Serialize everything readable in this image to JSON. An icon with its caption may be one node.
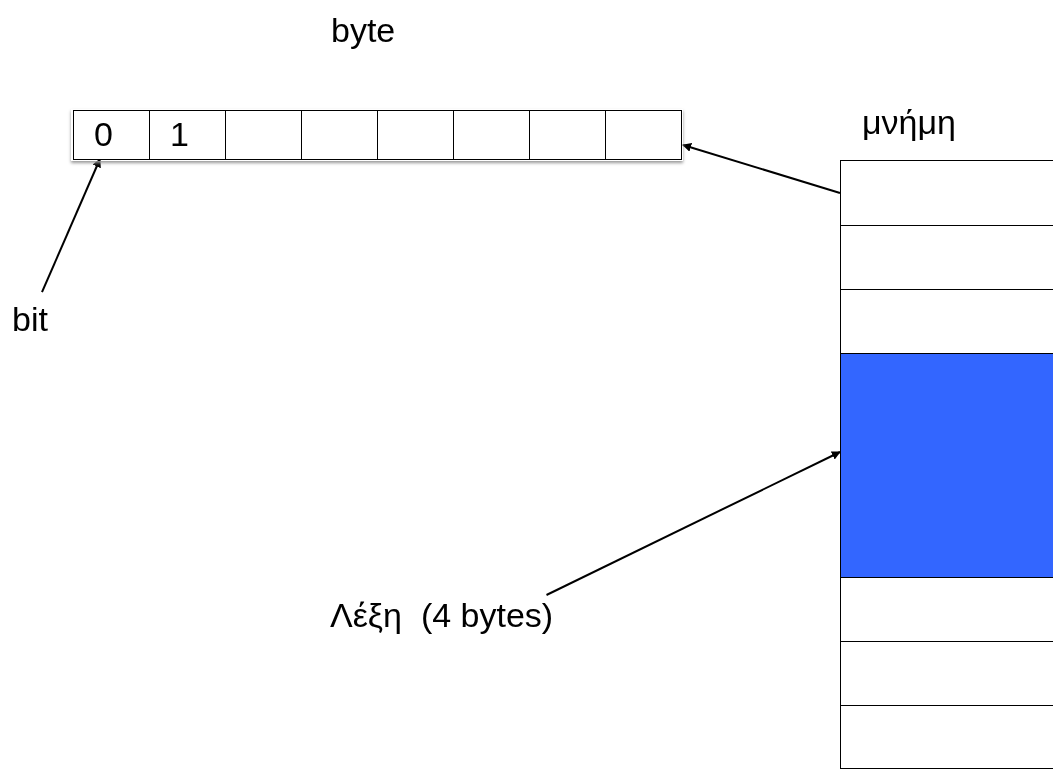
{
  "diagram": {
    "nodes": [
      {
        "text": [
          "byte"
        ]
      },
      {
        "text": [
          "0"
        ],
        "in": 0
      },
      {
        "text": [
          "1"
        ],
        "in": 0
      },
      {
        "text": [],
        "shape": "box",
        "in": 0
      },
      {
        "text": [],
        "shape": "box",
        "in": 0
      },
      {
        "text": [],
        "shape": "box",
        "in": 0
      },
      {
        "text": [],
        "shape": "box",
        "in": 0
      },
      {
        "text": [],
        "shape": "box",
        "in": 0
      },
      {
        "text": [],
        "shape": "box",
        "in": 0
      },
      {
        "text": [
          "bit"
        ]
      },
      {
        "text": [
          "μνήμη"
        ]
      },
      {
        "text": [],
        "shape": "box",
        "in": 10
      },
      {
        "text": [],
        "shape": "box",
        "in": 10
      },
      {
        "text": [],
        "shape": "box",
        "in": 10
      },
      {
        "text": [],
        "shape": "box",
        "in": 10
      },
      {
        "text": [],
        "shape": "box",
        "in": 10
      },
      {
        "text": [],
        "shape": "box",
        "in": 10
      },
      {
        "text": [],
        "shape": "box",
        "in": 10
      },
      {
        "text": [
          "Λέξη  (4 bytes)"
        ]
      }
    ],
    "edges": [
      {
        "from": 9,
        "to": 1,
        "arrow": "to"
      },
      {
        "from": 11,
        "to": 0,
        "arrow": "to"
      },
      {
        "from": 18,
        "to": 14,
        "arrow": "to"
      }
    ]
  }
}
